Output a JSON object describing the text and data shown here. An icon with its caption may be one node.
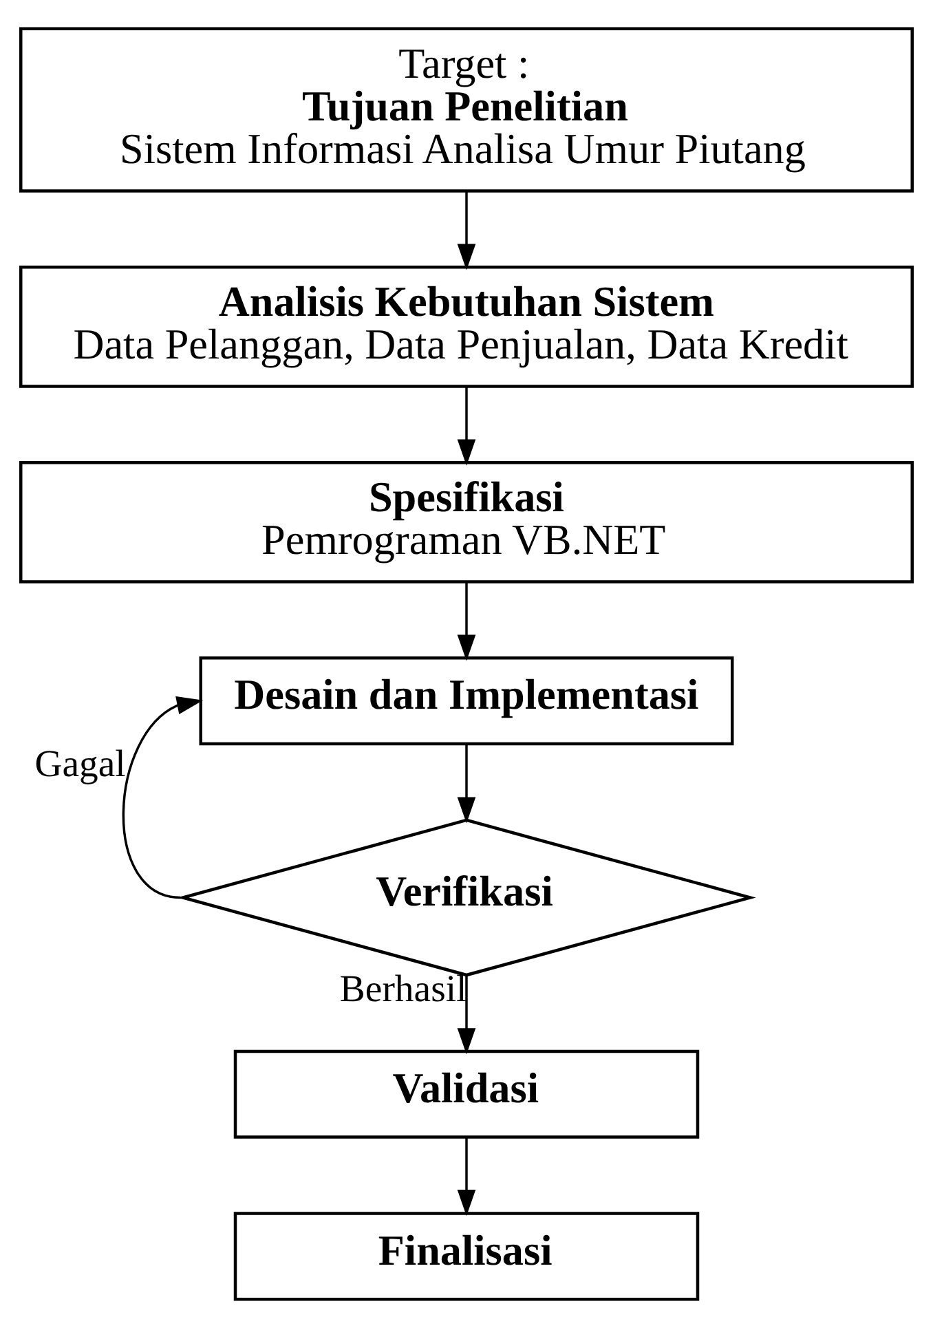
{
  "diagram": {
    "nodes": [
      {
        "text": [
          "Target :",
          "Tujuan Penelitian",
          "Sistem Informasi Analisa Umur Piutang"
        ]
      },
      {
        "text": [
          "Analisis Kebutuhan Sistem",
          "Data Pelanggan, Data Penjualan, Data Kredit"
        ]
      },
      {
        "text": [
          "Spesifikasi",
          "Pemrograman VB.NET"
        ]
      },
      {
        "text": [
          "Desain dan Implementasi"
        ]
      },
      {
        "text": [
          "Verifikasi"
        ]
      },
      {
        "text": [
          "Validasi"
        ]
      },
      {
        "text": [
          "Finalisasi"
        ]
      }
    ],
    "edges": [
      {
        "from": 0,
        "to": 1,
        "arrow": "to"
      },
      {
        "from": 1,
        "to": 2,
        "arrow": "to"
      },
      {
        "from": 2,
        "to": 3,
        "arrow": "to"
      },
      {
        "from": 3,
        "to": 4,
        "arrow": "to"
      },
      {
        "from": 4,
        "to": 3,
        "arrow": "to",
        "label": "Gagal"
      },
      {
        "from": 4,
        "to": 5,
        "arrow": "to",
        "label": "Berhasil"
      },
      {
        "from": 5,
        "to": 6,
        "arrow": "to"
      }
    ]
  }
}
